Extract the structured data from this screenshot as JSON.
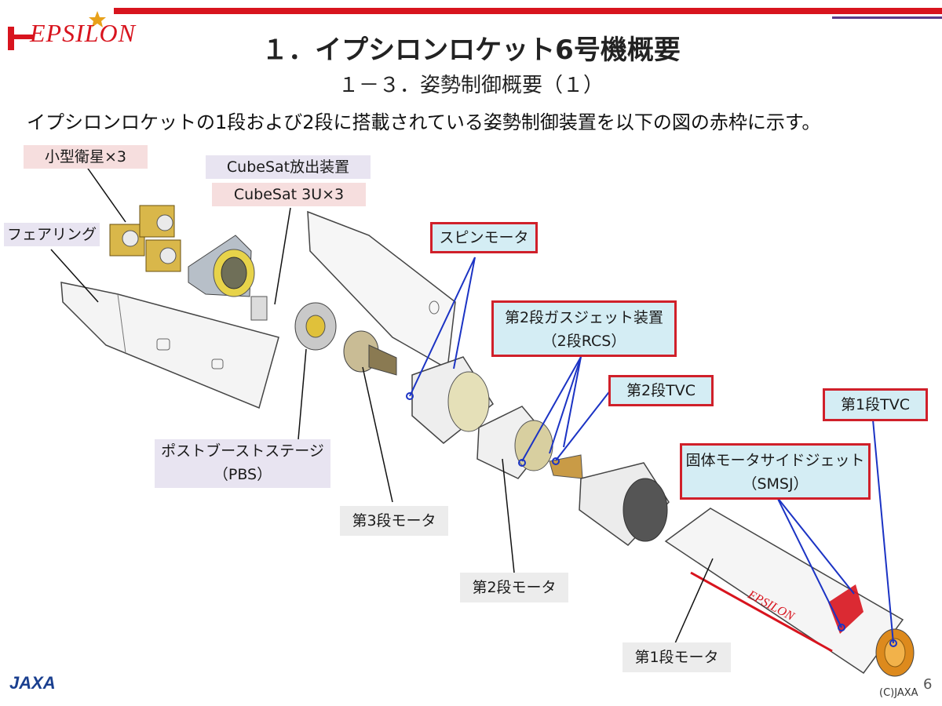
{
  "header": {
    "logo_text": "EPSILON",
    "title": "１．イプシロンロケット6号機概要",
    "subtitle": "１－３．姿勢制御概要（１）"
  },
  "lead_text": "イプシロンロケットの1段および2段に搭載されている姿勢制御装置を以下の図の赤枠に示す。",
  "labels": {
    "small_sat": "小型衛星×3",
    "cubesat_dispenser": "CubeSat放出装置",
    "cubesat_3u": "CubeSat 3U×3",
    "fairing": "フェアリング",
    "spin_motor": "スピンモータ",
    "rcs_line1": "第2段ガスジェット装置",
    "rcs_line2": "（2段RCS）",
    "tvc2": "第2段TVC",
    "tvc1": "第1段TVC",
    "smsj_line1": "固体モータサイドジェット",
    "smsj_line2": "（SMSJ）",
    "pbs_line1": "ポストブーストステージ",
    "pbs_line2": "（PBS）",
    "stage3": "第3段モータ",
    "stage2": "第2段モータ",
    "stage1": "第1段モータ"
  },
  "rocket_marking": "EPSILON",
  "footer": {
    "agency_logo": "JAXA",
    "page_number": "6",
    "copyright": "(C)JAXA"
  },
  "colors": {
    "accent_red": "#d8141e",
    "callout_fill": "#d4edf4",
    "leader_blue": "#1b33c4"
  }
}
